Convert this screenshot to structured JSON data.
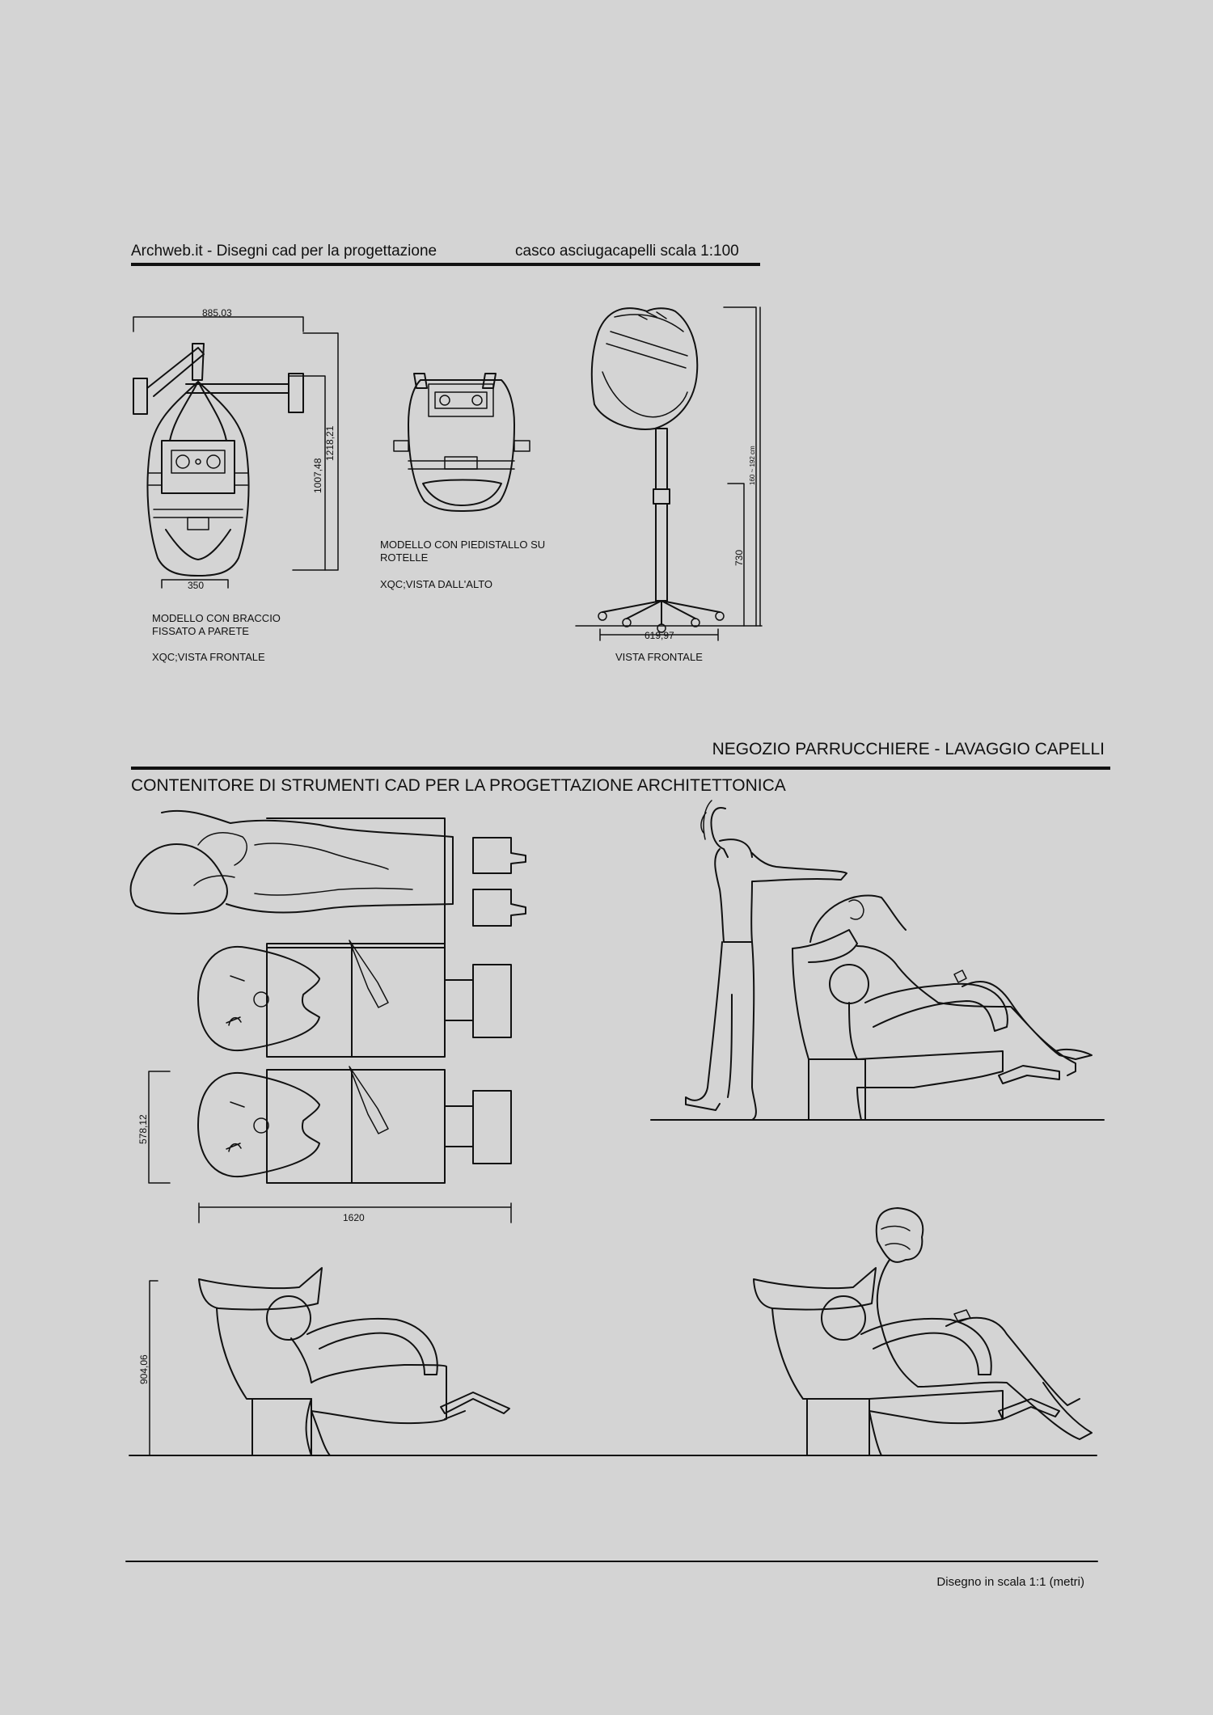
{
  "header": {
    "left": "Archweb.it - Disegni cad per la progettazione",
    "right": "casco asciugacapelli  scala 1:100"
  },
  "dryer_wall": {
    "dim_width": "885,03",
    "dim_h1": "1007,48",
    "dim_h2": "1218,21",
    "dim_base": "350",
    "caption_line1": "MODELLO CON BRACCIO",
    "caption_line2": "FISSATO A PARETE",
    "view": "XQC;VISTA FRONTALE"
  },
  "dryer_top": {
    "caption_line1": "MODELLO CON PIEDISTALLO SU",
    "caption_line2": "ROTELLE",
    "view": "XQC;VISTA DALL'ALTO"
  },
  "dryer_stand": {
    "dim_width": "619,97",
    "dim_h": "730",
    "dim_range": "160 ~ 192 cm",
    "view": "VISTA FRONTALE"
  },
  "section": {
    "title": "NEGOZIO PARRUCCHIERE - LAVAGGIO CAPELLI",
    "subtitle": "CONTENITORE DI STRUMENTI CAD PER LA PROGETTAZIONE ARCHITETTONICA"
  },
  "wash_plan": {
    "dim_depth": "578,12",
    "dim_length": "1620"
  },
  "wash_side": {
    "dim_height": "904,06"
  },
  "footer": {
    "scale_note": "Disegno in scala 1:1 (metri)"
  }
}
